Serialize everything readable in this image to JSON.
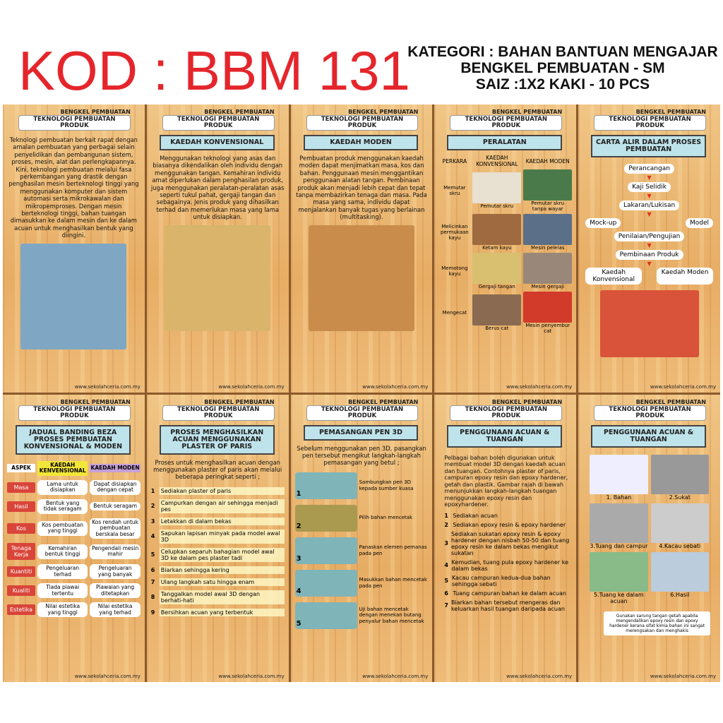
{
  "header": {
    "code": "KOD : BBM 131",
    "lines": [
      "KATEGORI : BAHAN BANTUAN MENGAJAR",
      "BENGKEL PEMBUATAN - SM",
      "SAIZ :1X2 KAKI - 10 PCS"
    ]
  },
  "common": {
    "top": "BENGKEL PEMBUATAN",
    "subtitle": "TEKNOLOGI PEMBUATAN PRODUK",
    "url": "www.sekolahceria.com.my"
  },
  "panels": [
    {
      "type": "text",
      "title": "",
      "text": "Teknologi pembuatan berkait rapat dengan amalan pembuatan yang perbagai selain penyelidikan dan pembangunan sistem, proses, mesin, alat dan perlengkapannya. Kini, teknologi pembuatan melalui fasa perkembangan yang drastik dengan penghasilan mesin berteknologi tinggi yang menggunakan komputer dan sistem automasi serta mikrokawalan dan mikropemproses. Dengan mesin berteknologi tinggi, bahan tuangan dimasukkan ke dalam mesin dan ke dalam acuan untuk menghasilkan bentuk yang diingini.",
      "image": "robot-factory"
    },
    {
      "type": "text",
      "title": "KAEDAH KONVENSIONAL",
      "text": "Menggunakan teknologi yang asas dan biasanya dikendalikan oleh individu dengan menggunakan tangan. Kemahiran individu amat diperlukan dalam penghasilan produk, juga menggunakan peralatan-peralatan asas seperti tukul pahat, gergaji tangan dan sebagainya. Jenis produk yang dihasilkan terhad dan memerlukan masa yang lama untuk disiapkan.",
      "image": "carpenter-sawing"
    },
    {
      "type": "text",
      "title": "KAEDAH MODEN",
      "text": "Pembuatan produk menggunakan kaedah moden dapat menjimatkan masa, kos dan bahan. Penggunaan mesin menggantikan penggunaan alatan tangan. Pembinaan produk akan menjadi lebih cepat dan tepat tanpa membazirkan tenaga dan masa. Pada masa yang sama, individu dapat menjalankan banyak tugas yang berlainan (multitasking).",
      "image": "worker-table-saw"
    },
    {
      "type": "tools",
      "title": "PERALATAN",
      "headers": [
        "PERKARA",
        "KAEDAH KONVENSIONAL",
        "KAEDAH MODEN"
      ],
      "rows": [
        {
          "item": "Memutar skru",
          "conv": "Pemutar skru",
          "mod": "Pemutar skru tanpa wayar"
        },
        {
          "item": "Melicinkan permukaan kayu",
          "conv": "Ketam kayu",
          "mod": "Mesin pelelas"
        },
        {
          "item": "Memotong kayu",
          "conv": "Gergaji tangan",
          "mod": "Mesin gergaji"
        },
        {
          "item": "Mengecat",
          "conv": "Berus cat",
          "mod": "Mesin penyembur cat"
        }
      ]
    },
    {
      "type": "flow",
      "title": "CARTA ALIR DALAM PROSES PEMBUATAN",
      "nodes": [
        "Perancangan",
        "Kaji Selidik",
        "Lakaran/Lukisan"
      ],
      "branch": [
        "Mock-up",
        "Model"
      ],
      "after": [
        "Penilaian/Pengujian",
        "Pembinaan Produk"
      ],
      "end": [
        "Kaedah Konvensional",
        "Kaedah Moden"
      ],
      "image": "toolbox"
    },
    {
      "type": "compare",
      "title": "JADUAL BANDING BEZA PROSES PEMBUATAN KONVENSIONAL & MODEN",
      "headers": [
        "ASPEK",
        "KAEDAH KENVENSIONAL",
        "KAEDAH MODEN"
      ],
      "rows": [
        [
          "Masa",
          "Lama untuk disiapkan",
          "Dapat disiapkan dengan cepat"
        ],
        [
          "Hasil",
          "Bentuk yang tidak seragam",
          "Bentuk seragam"
        ],
        [
          "Kos",
          "Kos pembuatan yang tinggi",
          "Kos rendah untuk pembuatan berskala besar"
        ],
        [
          "Tenaga Kerja",
          "Kemahiran bentuk tinggi",
          "Pengendali mesin mahir"
        ],
        [
          "Kuantiti",
          "Pengeluaran terhad",
          "Pengeluaran yang banyak"
        ],
        [
          "Kualiti",
          "Tiada piawai tertentu",
          "Piawaian yang ditetapkan"
        ],
        [
          "Estetika",
          "Nilai estetika yang tinggi",
          "Nilai estetika yang terhad"
        ]
      ]
    },
    {
      "type": "steps",
      "title": "PROSES MENGHASILKAN ACUAN MENGGUNAKAN PLASTER OF PARIS",
      "text": "Proses untuk menghasilkan acuan dengan menggunakan plaster of paris akan melalui beberapa peringkat seperti ;",
      "steps": [
        "Sediakan plaster of paris",
        "Campurkan dengan air sehingga menjadi pes",
        "Letakkan di dalam bekas",
        "Sapukan lapisan minyak pada model awal 3D",
        "Celupkan separuh bahagian model awal 3D ke dalam pes plaster tadi",
        "Biarkan sehingga kering",
        "Ulang langkah satu hingga enam",
        "Tanggalkan model awal 3D dengan berhati-hati",
        "Bersihkan acuan yang terbentuk"
      ]
    },
    {
      "type": "pen",
      "title": "PEMASANGAN PEN 3D",
      "text": "Sebelum menggunakan pen 3D, pasangkan pen tersebut mengikut langkah-langkah pemasangan yang betul ;",
      "steps": [
        "Sambungkan pen 3D kepada sumber kuasa",
        "Pilih bahan mencetak",
        "Panaskan elemen pemanas pada pen",
        "Masukkan bahan mencetak pada pen",
        "Uji bahan mencetak dengan menekan butang penyalur bahan mencetak"
      ]
    },
    {
      "type": "steps2",
      "title": "PENGGUNAAN ACUAN & TUANGAN",
      "text": "Pelbagai bahan boleh digunakan untuk membuat model 3D dengan kaedah acuan dan tuangan. Contohnya plaster of paris, campuran epoxy resin dan epoxy hardener, getah dan plastik. Gambar rajah di bawah menunjukkan langkah-langkah tuangan menggunakan epoxy resin dan epoxyhardener.",
      "steps": [
        "Sediakan acuan",
        "Sediakan epoxy resin & epoxy hardener",
        "Sediakan sukatan epoxy resin & epoxy hardener dengan nisbah 50-50 dan tuang epoxy resin ke dalam bekas mengikut sukatan",
        "Kemudian, tuang pula epoxy hardener ke dalam bekas",
        "Kacau campuran kedua-dua bahan sehingga sebati",
        "Tuang campuran bahan ke dalam acuan",
        "Biarkan bahan tersebut mengeras dan keluarkan hasil tuangan daripada acuan"
      ]
    },
    {
      "type": "photos",
      "title": "PENGGUNAAN ACUAN & TUANGAN",
      "photos": [
        "1. Bahan",
        "2.Sukat",
        "3.Tuang dan campur",
        "4.Kacau sebati",
        "5.Tuang ke dalam acuan",
        "6.Hasil"
      ],
      "note": "Gunakan sarung tangan getah apabila mengendalikan epoxy resin dan epoxy hardener kerana sifat kimia bahan ini sangat merengsakan dan menghakis"
    }
  ],
  "colors": {
    "title_red": "#e4262c",
    "title_box": "#bfe3ea",
    "wood": "#e7ad65",
    "aspect_tag": "#d9453a"
  }
}
